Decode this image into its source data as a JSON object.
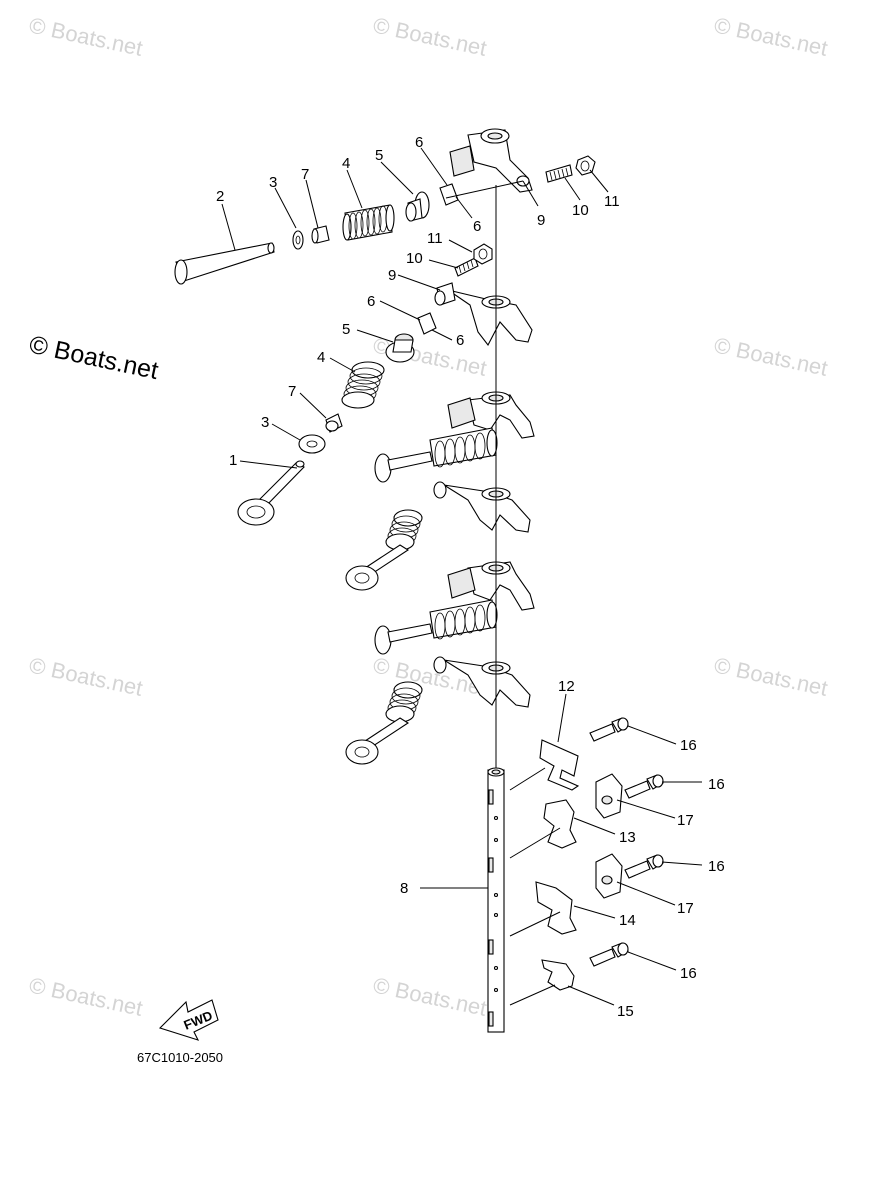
{
  "watermarks": [
    "© Boats.net",
    "© Boats.net",
    "© Boats.net",
    "© Boats.net",
    "© Boats.net",
    "© Boats.net",
    "© Boats.net",
    "© Boats.net",
    "© Boats.net",
    "© Boats.net"
  ],
  "watermark_main": "© Boats.net",
  "diagram_code": "67C1010-2050",
  "fwd_label": "FWD",
  "callouts": [
    "2",
    "3",
    "7",
    "4",
    "5",
    "6",
    "6",
    "9",
    "10",
    "11",
    "11",
    "10",
    "9",
    "6",
    "6",
    "5",
    "4",
    "7",
    "3",
    "1",
    "12",
    "16",
    "16",
    "17",
    "13",
    "16",
    "17",
    "14",
    "8",
    "16",
    "15"
  ]
}
